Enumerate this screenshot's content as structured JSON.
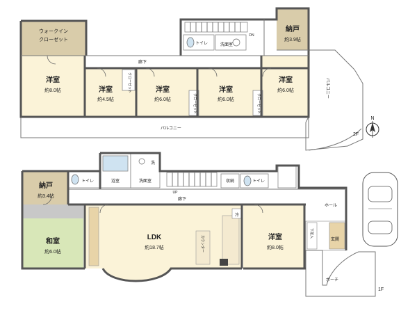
{
  "floor2": {
    "level": "2F",
    "rooms": {
      "walkin": {
        "name_line1": "ウォークイン",
        "name_line2": "クローゼット"
      },
      "nando": {
        "name": "納戸",
        "size": "約3.9帖"
      },
      "youshitsu_a": {
        "name": "洋室",
        "size": "約8.0帖"
      },
      "youshitsu_b": {
        "name": "洋室",
        "size": "約4.5帖"
      },
      "youshitsu_c": {
        "name": "洋室",
        "size": "約6.0帖"
      },
      "youshitsu_d": {
        "name": "洋室",
        "size": "約6.0帖"
      },
      "youshitsu_e": {
        "name": "洋室",
        "size": "約6.0帖"
      },
      "toilet": {
        "name": "トイレ"
      },
      "senmen": {
        "name": "洗面室"
      },
      "rouka": {
        "name": "廊下"
      },
      "balcony_south": {
        "name": "バルコニー"
      },
      "balcony_east": {
        "name": "バルコニー"
      },
      "closet_label": "クローゼット",
      "dn_label": "DN"
    }
  },
  "floor1": {
    "level": "1F",
    "rooms": {
      "nando": {
        "name": "納戸",
        "size": "約3.4帖"
      },
      "toilet_w": {
        "name": "トイレ"
      },
      "bath": {
        "name": "浴室"
      },
      "senmen": {
        "name": "洗面室"
      },
      "sen": {
        "name": "洗"
      },
      "shuno": {
        "name": "収納"
      },
      "toilet_e": {
        "name": "トイレ"
      },
      "rouka": {
        "name": "廊下"
      },
      "hall": {
        "name": "ホール"
      },
      "washitsu": {
        "name": "和室",
        "size": "約6.0帖"
      },
      "ldk": {
        "name": "LDK",
        "size": "約18.7帖"
      },
      "counter": {
        "name": "カウンター"
      },
      "rei": {
        "name": "冷"
      },
      "youshitsu": {
        "name": "洋室",
        "size": "約8.0帖"
      },
      "shitabako": {
        "name": "下足入"
      },
      "genkan": {
        "name": "玄関"
      },
      "porch": {
        "name": "ポーチ"
      },
      "up_label": "UP"
    }
  },
  "compass": {
    "label": "N"
  }
}
